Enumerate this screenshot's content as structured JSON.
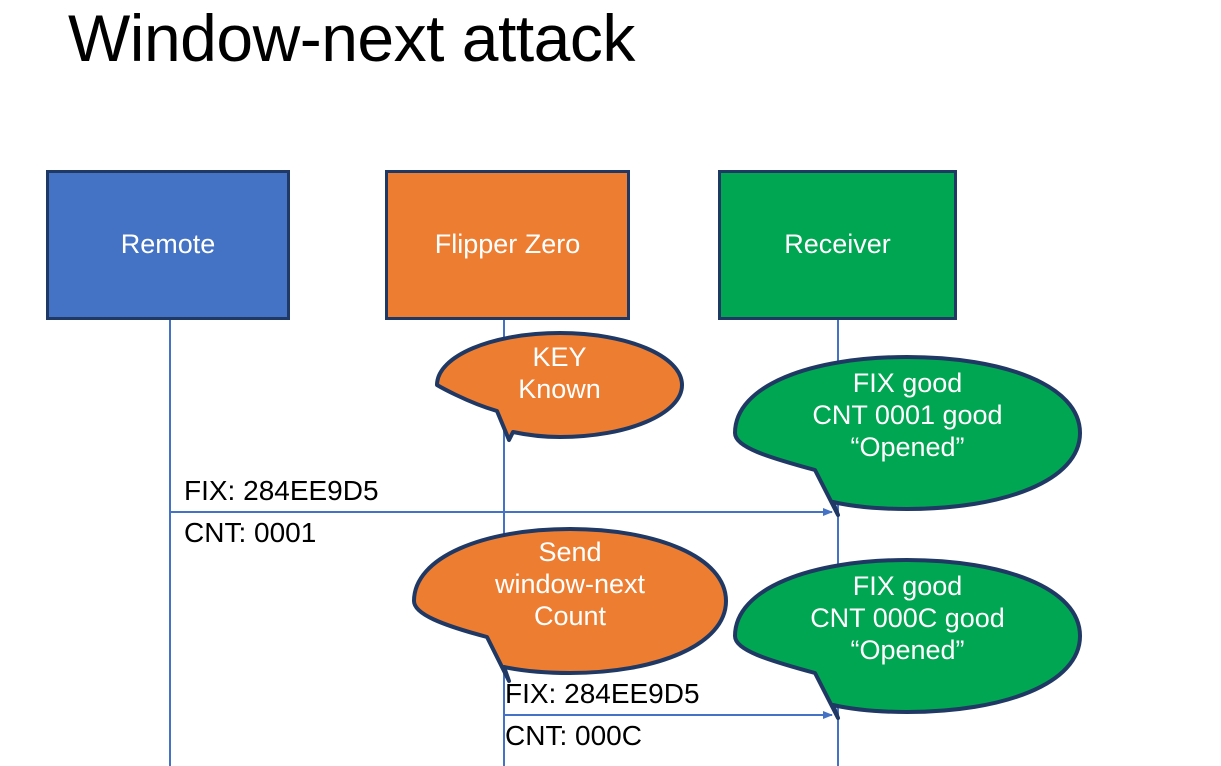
{
  "slide": {
    "title": "Window-next attack"
  },
  "colors": {
    "remote_fill": "#4472C4",
    "flipper_fill": "#ED7D31",
    "receiver_fill": "#00A651",
    "shape_outline": "#1F3864",
    "lifeline": "#4472C4",
    "arrow": "#4472C4",
    "label_text": "#000000",
    "shape_text": "#FFFFFF",
    "background": "#FFFFFF"
  },
  "actors": [
    {
      "id": "remote",
      "label": "Remote",
      "fill": "#4472C4"
    },
    {
      "id": "flipper",
      "label": "Flipper Zero",
      "fill": "#ED7D31"
    },
    {
      "id": "receiver",
      "label": "Receiver",
      "fill": "#00A651"
    }
  ],
  "callouts": [
    {
      "id": "key-known",
      "owner": "flipper",
      "fill": "#ED7D31",
      "lines": [
        "KEY",
        "Known"
      ]
    },
    {
      "id": "receiver-ack-1",
      "owner": "receiver",
      "fill": "#00A651",
      "lines": [
        "FIX good",
        "CNT 0001 good",
        "“Opened”"
      ]
    },
    {
      "id": "send-window-next",
      "owner": "flipper",
      "fill": "#ED7D31",
      "lines": [
        "Send",
        "window-next",
        "Count"
      ]
    },
    {
      "id": "receiver-ack-2",
      "owner": "receiver",
      "fill": "#00A651",
      "lines": [
        "FIX good",
        "CNT 000C good",
        "“Opened”"
      ]
    }
  ],
  "messages": [
    {
      "id": "msg-remote-to-receiver",
      "from": "remote",
      "to": "receiver",
      "line1": "FIX: 284EE9D5",
      "line2": "CNT: 0001"
    },
    {
      "id": "msg-flipper-to-receiver",
      "from": "flipper",
      "to": "receiver",
      "line1": "FIX: 284EE9D5",
      "line2": "CNT: 000C"
    }
  ]
}
